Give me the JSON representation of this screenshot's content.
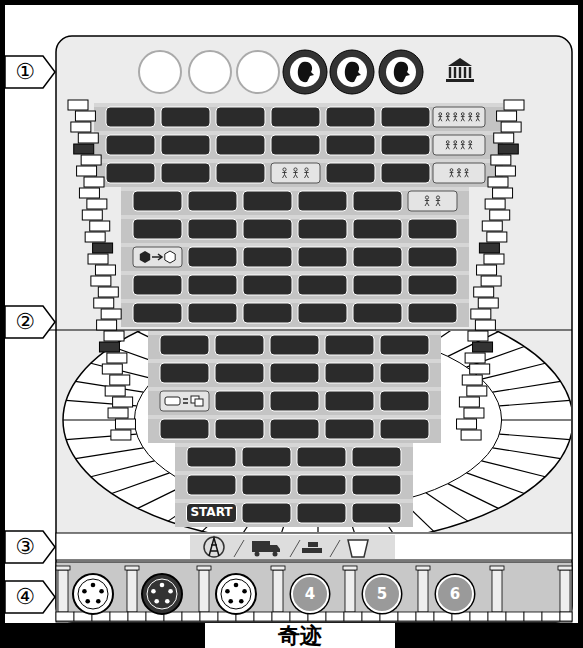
{
  "diagram": {
    "nodes": [
      {
        "text": [
          "①"
        ]
      },
      {
        "text": [
          "②"
        ]
      },
      {
        "text": [
          "START"
        ]
      },
      {
        "text": [
          "③"
        ]
      },
      {
        "text": [
          "④"
        ]
      },
      {
        "text": [
          "4"
        ]
      },
      {
        "text": [
          "5"
        ]
      },
      {
        "text": [
          "6"
        ]
      },
      {
        "text": [
          "奇迹"
        ]
      }
    ]
  }
}
